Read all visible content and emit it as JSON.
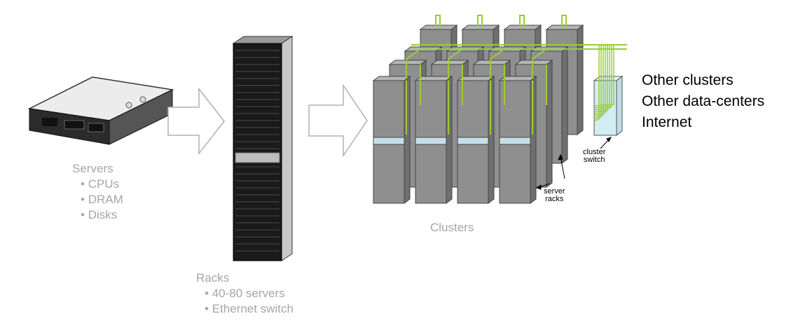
{
  "servers": {
    "title": "Servers",
    "items": [
      "CPUs",
      "DRAM",
      "Disks"
    ]
  },
  "racks": {
    "title": "Racks",
    "items": [
      "40-80 servers",
      "Ethernet switch"
    ]
  },
  "clusters": {
    "title": "Clusters",
    "server_racks_label": [
      "server",
      "racks"
    ],
    "cluster_switch_label": [
      "cluster",
      "switch"
    ]
  },
  "destinations": [
    "Other clusters",
    "Other data-centers",
    "Internet"
  ],
  "colors": {
    "caption": "#a6a6a6",
    "rack_front": "#8f8f8f",
    "rack_side": "#707070",
    "rack_top": "#b5b5b5",
    "rack_band": "#c7dfe8",
    "cable": "#9acd32",
    "switch_fill": "#d4ecf3"
  }
}
